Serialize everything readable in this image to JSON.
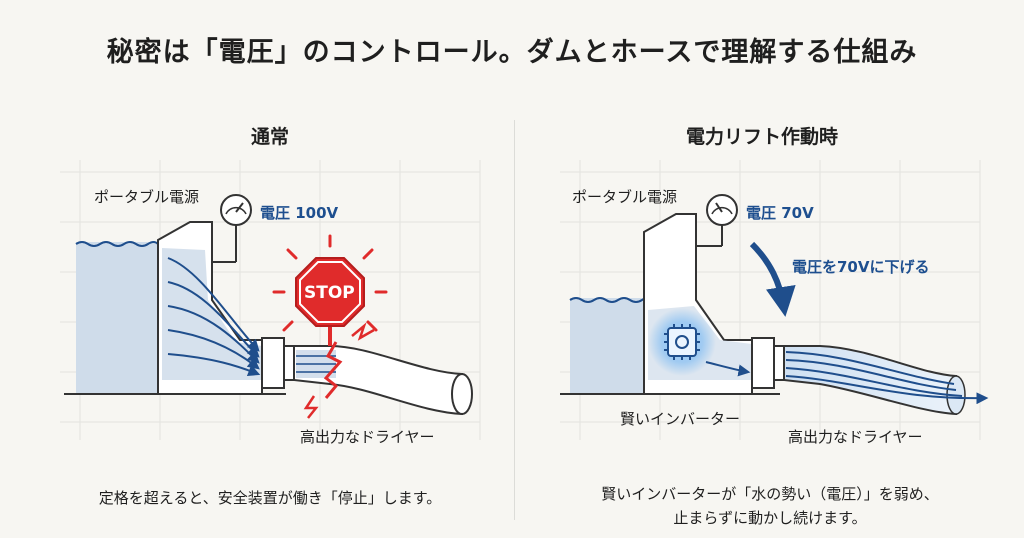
{
  "title": "秘密は「電圧」のコントロール。ダムとホースで理解する仕組み",
  "left": {
    "heading": "通常",
    "power_label": "ポータブル電源",
    "voltage_label": "電圧 100V",
    "stop_sign": "STOP",
    "dryer_label": "高出力なドライヤー",
    "caption": "定格を超えると、安全装置が働き「停止」します。"
  },
  "right": {
    "heading": "電力リフト作動時",
    "power_label": "ポータブル電源",
    "voltage_label": "電圧 70V",
    "arrow_label": "電圧を70Vに下げる",
    "inverter_label": "賢いインバーター",
    "dryer_label": "高出力なドライヤー",
    "caption_line1": "賢いインバーターが「水の勢い（電圧）」を弱め、",
    "caption_line2": "止まらずに動かし続けます。"
  },
  "colors": {
    "water_fill": "#cfdcea",
    "flow_arrow": "#1f4e8c",
    "stop_red": "#e02b2b",
    "glow_blue": "#5aa9f0"
  }
}
